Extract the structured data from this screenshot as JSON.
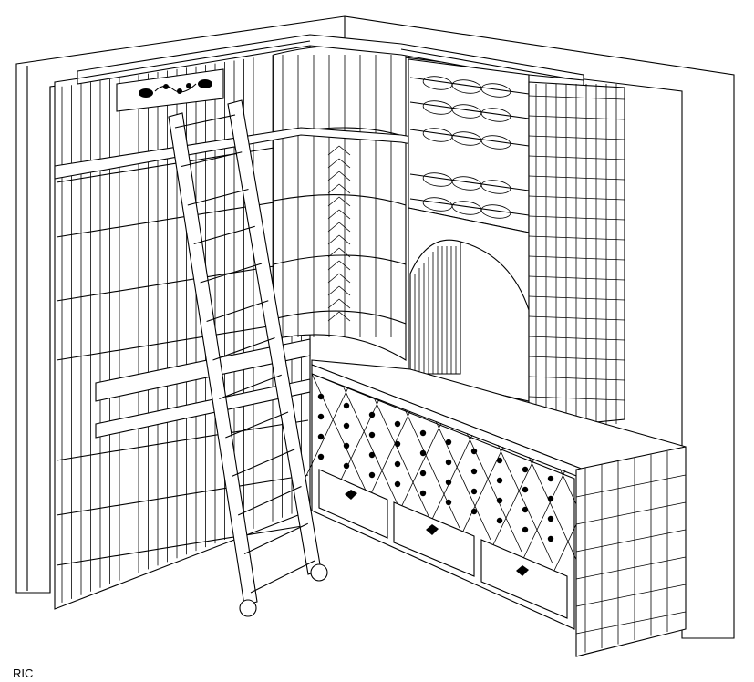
{
  "caption": {
    "text": "RIC"
  },
  "scene": {
    "subject": "wine-cellar-line-drawing",
    "style": "black-and-white isometric line art",
    "colors": {
      "ink": "#000000",
      "paper": "#ffffff"
    },
    "elements": [
      "rolling-library-ladder",
      "wine-racks",
      "arched-display",
      "diamond-bin-cabinet",
      "drawers",
      "crown-molding",
      "decorative-grape-medallion"
    ]
  }
}
